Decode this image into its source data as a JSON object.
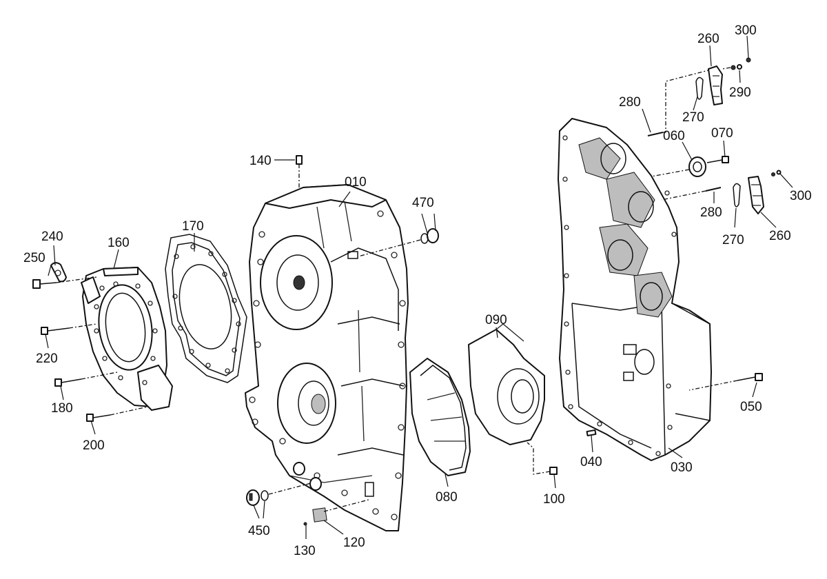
{
  "diagram": {
    "colors": {
      "line": "#111111",
      "background": "#ffffff",
      "shade": "#bdbdbd"
    },
    "labels": [
      {
        "id": "p010",
        "text": "010"
      },
      {
        "id": "p030",
        "text": "030"
      },
      {
        "id": "p040",
        "text": "040"
      },
      {
        "id": "p050",
        "text": "050"
      },
      {
        "id": "p060",
        "text": "060"
      },
      {
        "id": "p070",
        "text": "070"
      },
      {
        "id": "p080",
        "text": "080"
      },
      {
        "id": "p090",
        "text": "090"
      },
      {
        "id": "p100",
        "text": "100"
      },
      {
        "id": "p120",
        "text": "120"
      },
      {
        "id": "p130",
        "text": "130"
      },
      {
        "id": "p140",
        "text": "140"
      },
      {
        "id": "p160",
        "text": "160"
      },
      {
        "id": "p170",
        "text": "170"
      },
      {
        "id": "p180",
        "text": "180"
      },
      {
        "id": "p200",
        "text": "200"
      },
      {
        "id": "p220",
        "text": "220"
      },
      {
        "id": "p240",
        "text": "240"
      },
      {
        "id": "p250",
        "text": "250"
      },
      {
        "id": "p260a",
        "text": "260"
      },
      {
        "id": "p260b",
        "text": "260"
      },
      {
        "id": "p270a",
        "text": "270"
      },
      {
        "id": "p270b",
        "text": "270"
      },
      {
        "id": "p280a",
        "text": "280"
      },
      {
        "id": "p280b",
        "text": "280"
      },
      {
        "id": "p290",
        "text": "290"
      },
      {
        "id": "p300a",
        "text": "300"
      },
      {
        "id": "p300b",
        "text": "300"
      },
      {
        "id": "p450",
        "text": "450"
      },
      {
        "id": "p470",
        "text": "470"
      }
    ]
  }
}
